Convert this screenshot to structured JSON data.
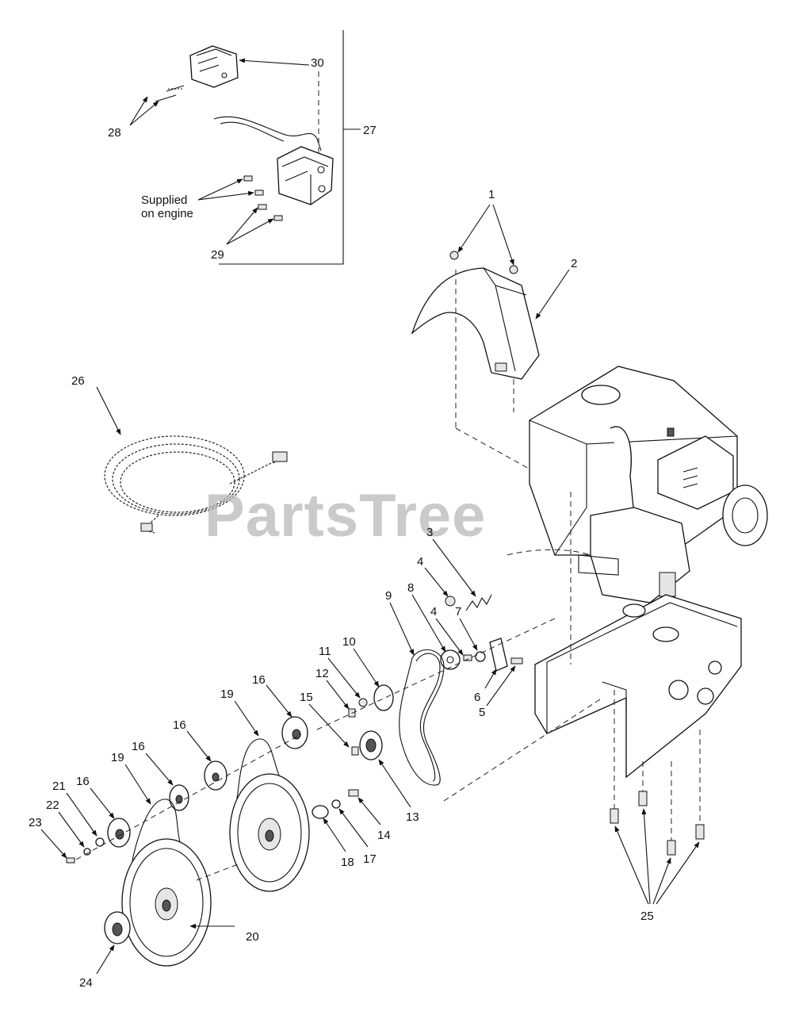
{
  "watermark": "PartsTree",
  "notes": {
    "supplied_line1": "Supplied",
    "supplied_line2": "on engine"
  },
  "callouts": {
    "c1": "1",
    "c2": "2",
    "c3": "3",
    "c4a": "4",
    "c4b": "4",
    "c5": "5",
    "c6": "6",
    "c7": "7",
    "c8": "8",
    "c9": "9",
    "c10": "10",
    "c11": "11",
    "c12": "12",
    "c13": "13",
    "c14": "14",
    "c15": "15",
    "c16a": "16",
    "c16b": "16",
    "c16c": "16",
    "c16d": "16",
    "c17": "17",
    "c18": "18",
    "c19a": "19",
    "c19b": "19",
    "c20": "20",
    "c21": "21",
    "c22": "22",
    "c23": "23",
    "c24": "24",
    "c25": "25",
    "c26": "26",
    "c27": "27",
    "c28": "28",
    "c29": "29",
    "c30": "30"
  }
}
